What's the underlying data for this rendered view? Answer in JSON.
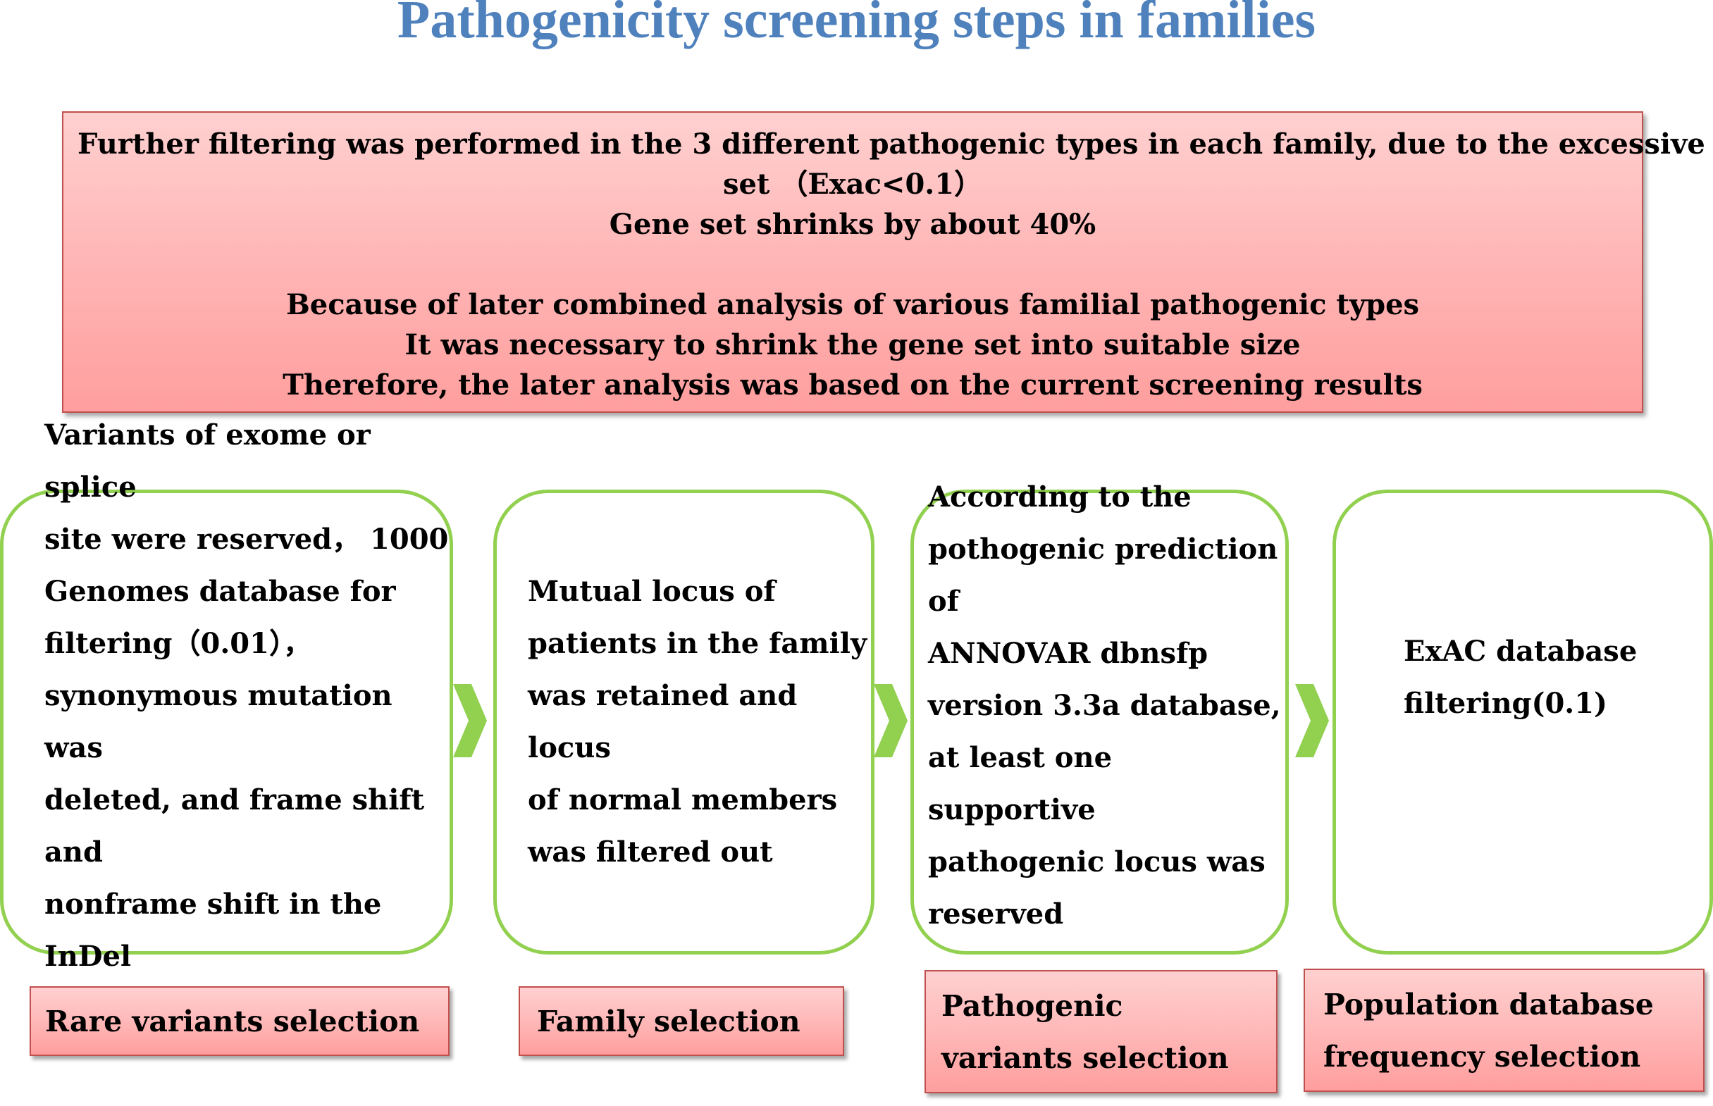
{
  "title": "Pathogenicity screening steps in families",
  "banner": {
    "lines": [
      "Further filtering was performed in the 3 different pathogenic types in each family, due to the excessive gene",
      "set （Exac<0.1）",
      "Gene set shrinks by about 40%",
      "Because of later combined analysis of various familial pathogenic types",
      "It was necessary to shrink the gene set into suitable size",
      "Therefore, the later analysis was based on the current screening results"
    ]
  },
  "steps": [
    {
      "text": "Variants of exome or splice\nsite were reserved， 1000\nGenomes database for\nfiltering（0.01），\nsynonymous mutation was\ndeleted, and frame shift and\nnonframe shift in the InDel\nwere reserved",
      "label": "Rare variants selection"
    },
    {
      "text": "Mutual locus of\npatients in the family\nwas retained and locus\nof normal members\nwas filtered out",
      "label": "Family selection"
    },
    {
      "text": "According to the\npothogenic prediction of\nANNOVAR dbnsfp\nversion 3.3a database,\nat least one supportive\npathogenic locus was\nreserved",
      "label": "  Pathogenic\nvariants selection"
    },
    {
      "text": "ExAC database\nfiltering(0.1)",
      "label": "  Population database\nfrequency selection"
    }
  ],
  "colors": {
    "title": "#4f81bd",
    "step_border": "#92d050",
    "arrow": "#92d050",
    "box_fill": "#ffb8b8",
    "box_border": "#c0504d"
  }
}
